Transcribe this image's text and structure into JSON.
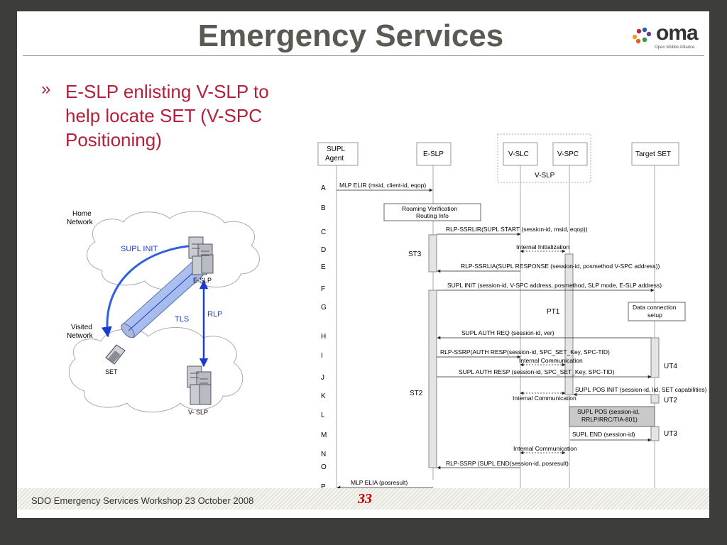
{
  "title": "Emergency Services",
  "logo": {
    "name": "oma",
    "sub": "Open Mobile Alliance"
  },
  "bullet": {
    "mark": "»",
    "text": "E-SLP enlisting V-SLP to help locate SET (V-SPC Positioning)"
  },
  "footer": "SDO Emergency Services Workshop 23 October 2008",
  "page_number": "33",
  "network": {
    "home": "Home Network",
    "visited": "Visited Network",
    "supl_init": "SUPL INIT",
    "tls": "TLS",
    "rlp": "RLP",
    "eslp": "E-SLP",
    "set": "SET",
    "vslp": "V- SLP"
  },
  "lanes": {
    "supl_agent": "SUPL Agent",
    "eslp": "E-SLP",
    "vslc": "V-SLC",
    "vspc": "V-SPC",
    "target": "Target SET",
    "vslp_group": "V-SLP"
  },
  "steps": [
    "A",
    "B",
    "C",
    "D",
    "E",
    "F",
    "G",
    "H",
    "I",
    "J",
    "K",
    "L",
    "M",
    "N",
    "O",
    "P"
  ],
  "messages": {
    "a": "MLP ELIR (msid, client-id, eqop)",
    "b": "Roaming Verification Routing Info",
    "c": "RLP-SSRLIR(SUPL START (session-id, msid, eqop))",
    "d": "Internal Initialization",
    "e": "RLP-SSRLIA(SUPL RESPONSE (session-id, posmethod V-SPC address))",
    "f": "SUPL INIT (session-id, V-SPC address, posmethod, SLP mode, E-SLP address)",
    "g": "Data connection setup",
    "h": "SUPL AUTH REQ (session-id, ver)",
    "i1": "RLP-SSRP(AUTH RESP(session-id, SPC_SET_Key, SPC-TID)",
    "i2": "Internal Communication",
    "j": "SUPL AUTH RESP (session-id, SPC_SET_Key, SPC-TID)",
    "k1": "SUPL POS INIT (session-id, lid, SET capabilities)",
    "k2": "Internal Communication",
    "l": "SUPL POS (session-id, RRLP/RRC/TIA-801)",
    "m": "SUPL END (session-id)",
    "n": "Internal Communication",
    "o": "RLP-SSRP (SUPL END(session-id, posresult)",
    "p": "MLP ELIA (posresult)"
  },
  "timers": {
    "st3": "ST3",
    "st2": "ST2",
    "pt1": "PT1",
    "ut4": "UT4",
    "ut2": "UT2",
    "ut3": "UT3"
  }
}
